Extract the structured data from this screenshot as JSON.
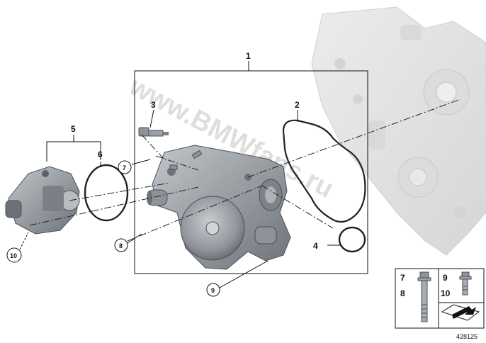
{
  "callouts": {
    "c1": "1",
    "c2": "2",
    "c3": "3",
    "c4": "4",
    "c5": "5",
    "c6": "6",
    "c7": "7",
    "c8": "8",
    "c9": "9",
    "c10": "10"
  },
  "legend": {
    "left_top": "7",
    "left_bottom": "8",
    "right_top": "9",
    "right_bottom": "10"
  },
  "image_number": "428125",
  "watermark": "www.BMWfans.ru",
  "colors": {
    "background_engine": "#e3e3e3",
    "part_metal": "#9aa0a6",
    "part_dark": "#5c6268",
    "line": "#111111"
  }
}
